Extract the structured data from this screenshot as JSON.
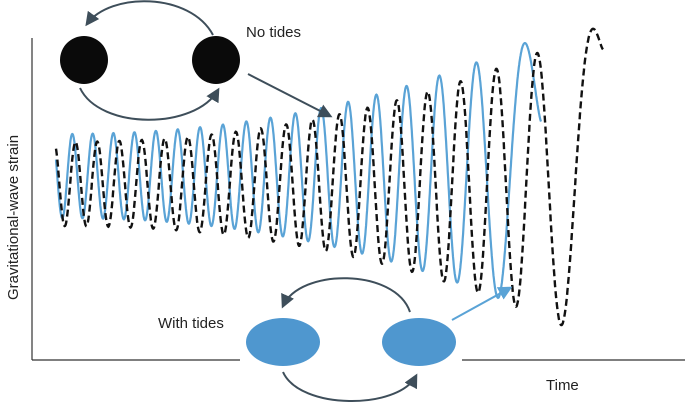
{
  "labels": {
    "no_tides": "No tides",
    "with_tides": "With tides",
    "y_axis": "Gravitational-wave strain",
    "x_axis": "Time"
  },
  "colors": {
    "no_tides_body": "#0a0a0a",
    "no_tides_wave": "#111111",
    "with_tides_body": "#4f97cf",
    "with_tides_wave": "#5aa3d6",
    "axis": "#333333",
    "orbit_arrow": "#3e4e5a",
    "pointer_arrow_no_tides": "#3e4e5a",
    "pointer_arrow_with_tides": "#5aa3d6"
  },
  "curves": {
    "no_tides": {
      "style": "dashed",
      "cycles": 19
    },
    "with_tides": {
      "style": "solid",
      "cycles": 18
    }
  },
  "icons": [
    "black-hole-icon",
    "neutron-star-icon",
    "orbit-arrow-icon"
  ]
}
